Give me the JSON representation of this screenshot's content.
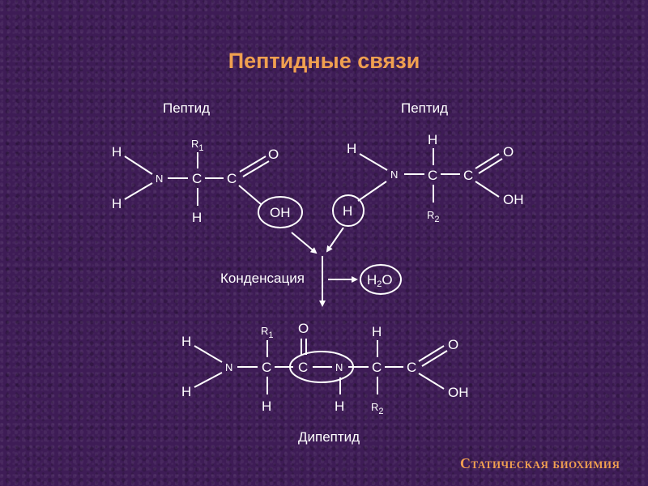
{
  "title": "Пептидные связи",
  "footer": "Статическая биохимия",
  "labels": {
    "peptide_left": "Пептид",
    "peptide_right": "Пептид",
    "condensation": "Конденсация",
    "dipeptide": "Дипептид"
  },
  "atoms": {
    "H": "H",
    "N": "N",
    "C": "C",
    "O": "O",
    "OH": "OH",
    "R": "R",
    "R1_sub": "1",
    "R2_sub": "2",
    "H2O_H": "H",
    "H2O_sub": "2",
    "H2O_O": "O"
  },
  "colors": {
    "background": "#3e1c56",
    "title": "#f0a050",
    "text": "#ffffff"
  }
}
